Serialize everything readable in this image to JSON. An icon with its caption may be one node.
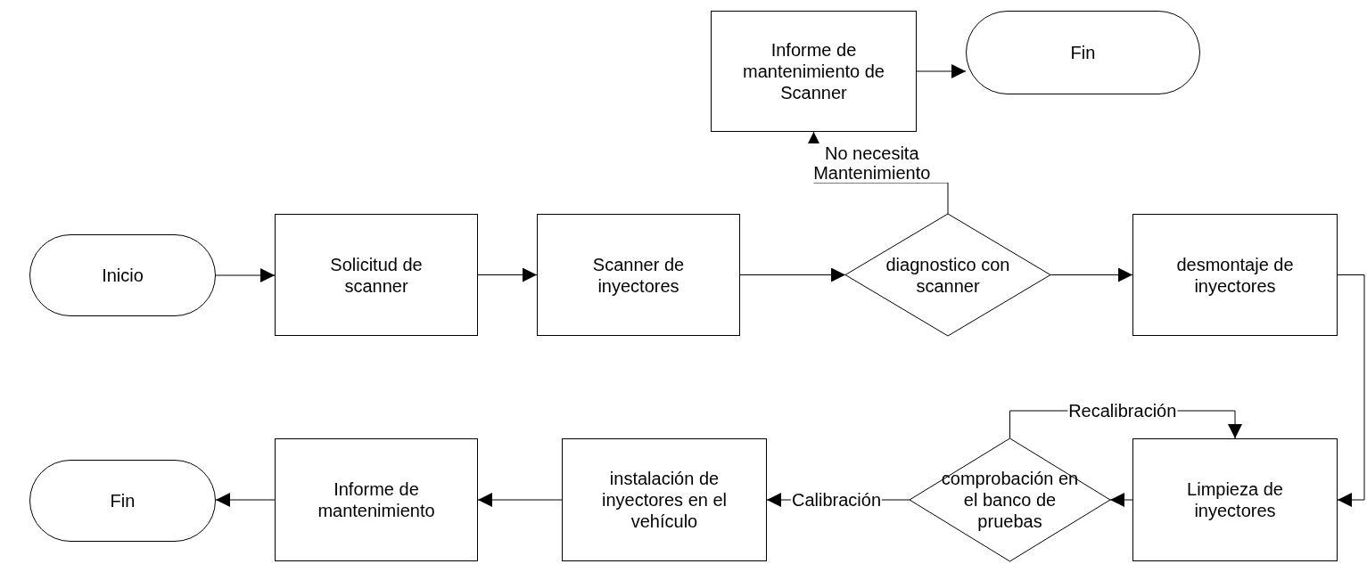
{
  "diagram": {
    "nodes": [
      {
        "text": [
          "Inicio"
        ]
      },
      {
        "text": [
          "Solicitud de scanner"
        ]
      },
      {
        "text": [
          "Scanner de inyectores"
        ]
      },
      {
        "text": [
          "diagnostico con scanner"
        ]
      },
      {
        "text": [
          "Informe de mantenimiento de Scanner"
        ]
      },
      {
        "text": [
          "Fin"
        ]
      },
      {
        "text": [
          "desmontaje de inyectores"
        ]
      },
      {
        "text": [
          "Limpieza de inyectores"
        ]
      },
      {
        "text": [
          "comprobación en el banco de pruebas"
        ]
      },
      {
        "text": [
          "instalación de inyectores en el vehículo"
        ]
      },
      {
        "text": [
          "Informe de mantenimiento"
        ]
      },
      {
        "text": [
          "Fin"
        ]
      }
    ],
    "edges": [
      {
        "from": 0,
        "to": 1,
        "arrow": "to"
      },
      {
        "from": 1,
        "to": 2,
        "arrow": "to"
      },
      {
        "from": 2,
        "to": 3,
        "arrow": "to"
      },
      {
        "from": 3,
        "to": 4,
        "arrow": "to",
        "label": "No necesita Mantenimiento"
      },
      {
        "from": 4,
        "to": 5,
        "arrow": "to"
      },
      {
        "from": 3,
        "to": 6,
        "arrow": "to"
      },
      {
        "from": 6,
        "to": 7,
        "arrow": "to"
      },
      {
        "from": 7,
        "to": 8,
        "arrow": "to"
      },
      {
        "from": 8,
        "to": 7,
        "arrow": "to",
        "label": "Recalibración"
      },
      {
        "from": 8,
        "to": 9,
        "arrow": "to",
        "label": "Calibración"
      },
      {
        "from": 9,
        "to": 10,
        "arrow": "to"
      },
      {
        "from": 10,
        "to": 11,
        "arrow": "to"
      }
    ]
  }
}
